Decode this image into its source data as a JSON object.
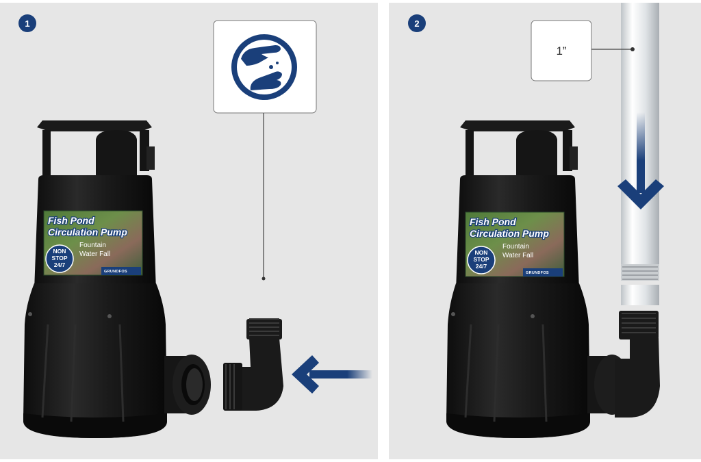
{
  "steps": [
    {
      "number": "1"
    },
    {
      "number": "2",
      "callout_text": "1”"
    }
  ],
  "pump_label": {
    "title_line1": "Fish Pond",
    "title_line2": "Circulation Pump",
    "sub_line1": "Fountain",
    "sub_line2": "Water Fall",
    "badge_line1": "NON",
    "badge_line2": "STOP",
    "badge_line3": "24/7",
    "brand": "GRUNDFOS"
  },
  "icons": {
    "step1_callout": "hand-tighten-icon",
    "step1_arrow": "arrow-left-icon",
    "step2_arrow": "arrow-down-icon"
  },
  "colors": {
    "accent": "#1a3f7a",
    "panel_bg": "#e6e6e6",
    "pump_body": "#1c1c1c"
  }
}
